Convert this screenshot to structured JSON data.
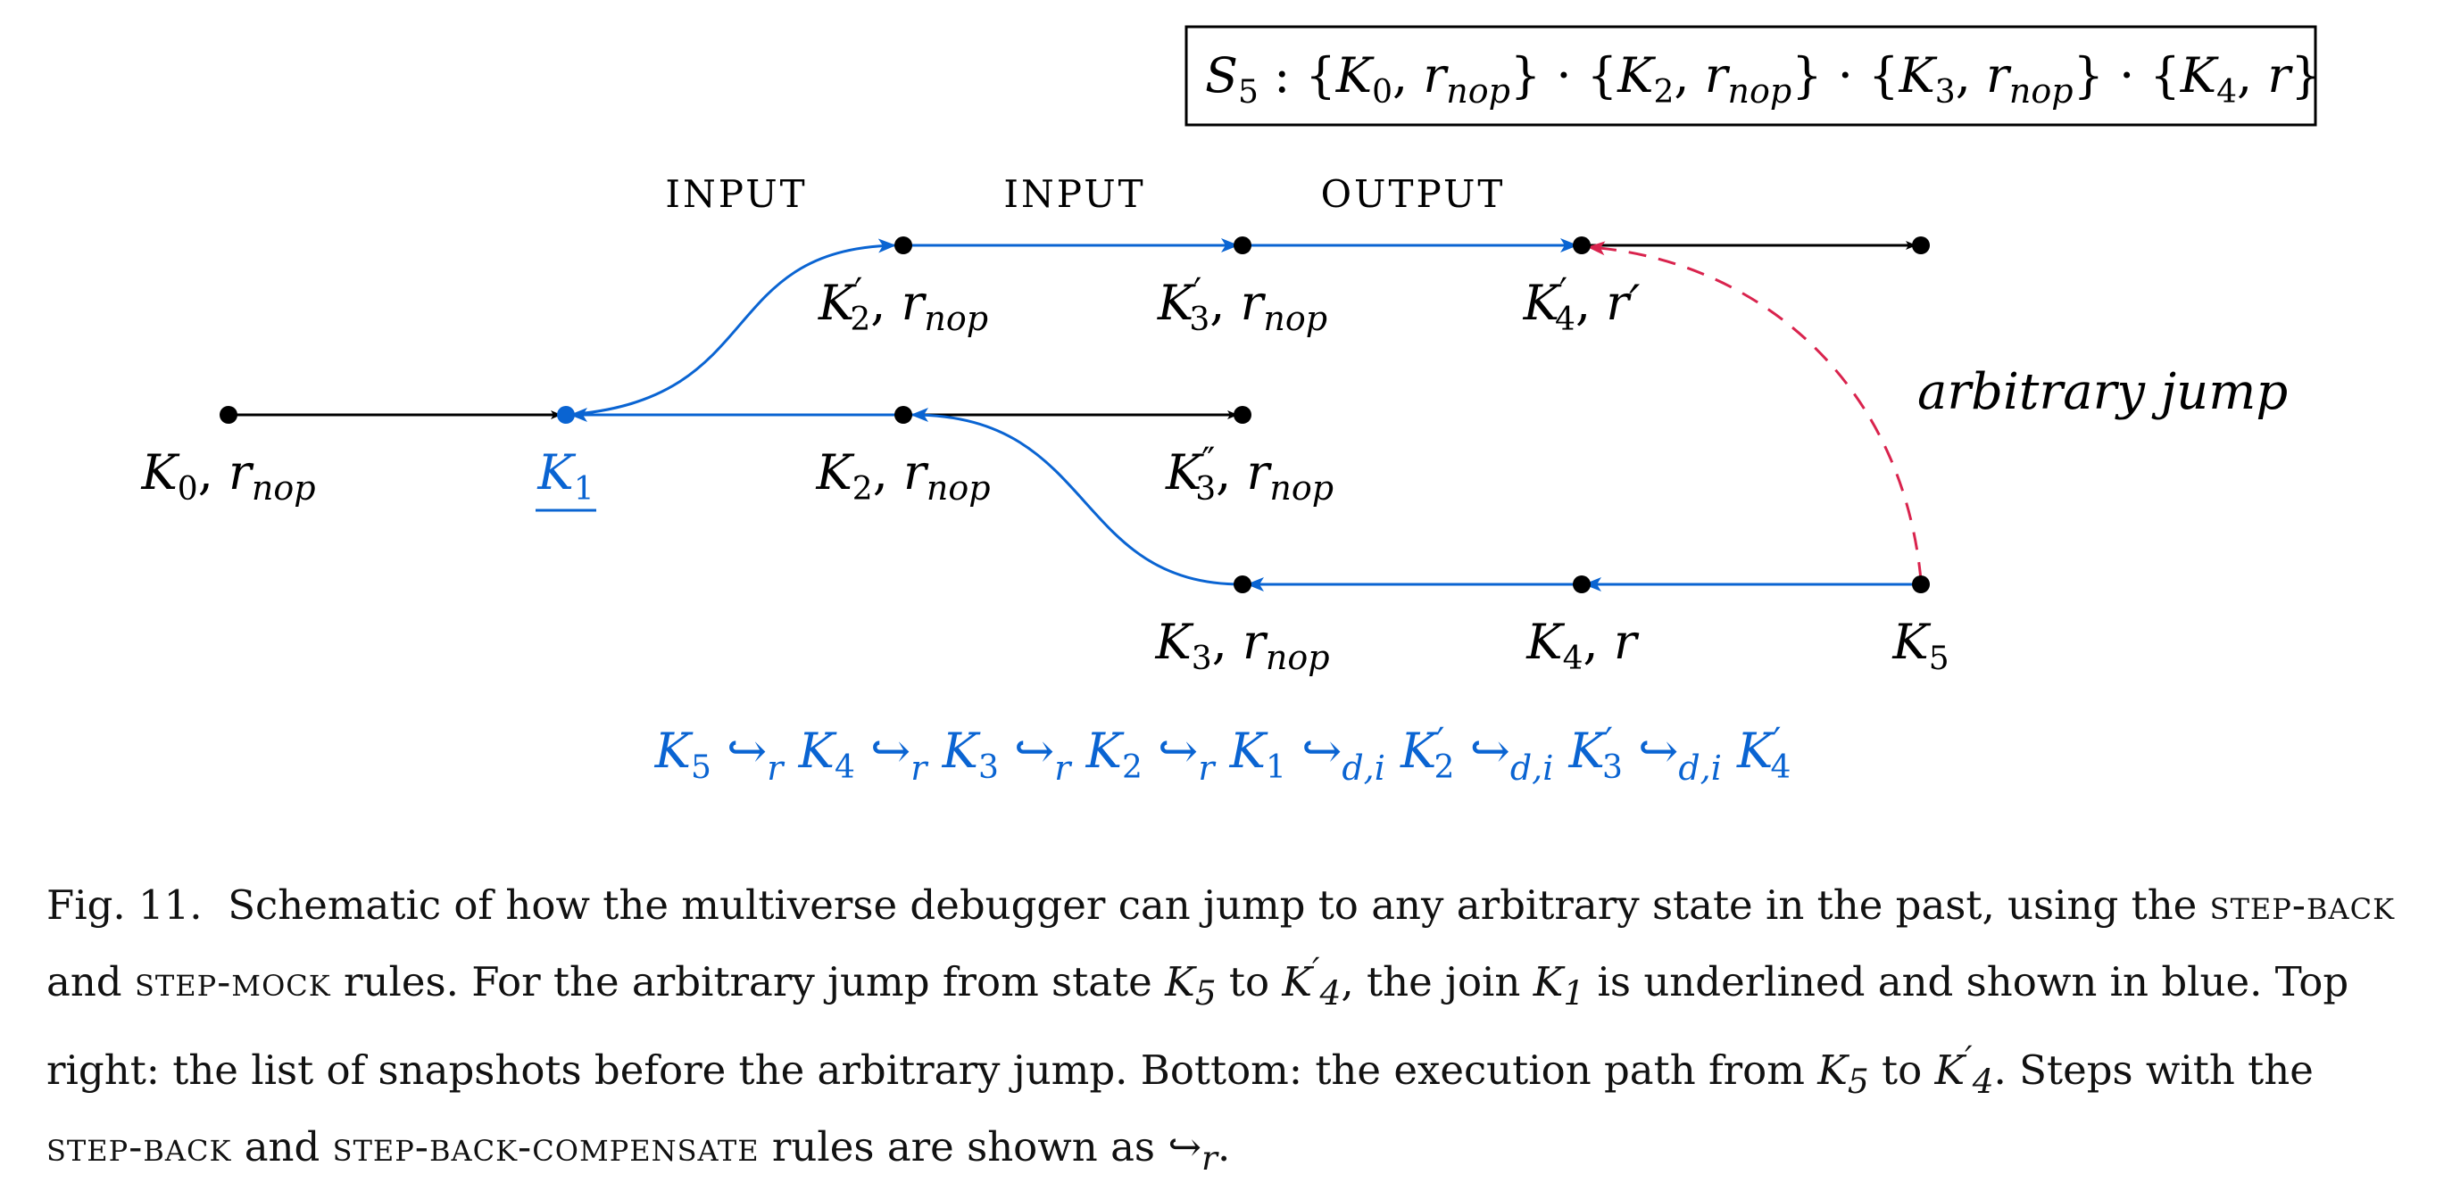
{
  "colors": {
    "path": "#0a64d2",
    "jump": "#d9234d",
    "ink": "#000000"
  },
  "snapshot_box": {
    "prefix": "S",
    "prefix_sub": "5",
    "items": [
      {
        "k_sub": "0",
        "r": "r",
        "r_sub": "nop"
      },
      {
        "k_sub": "2",
        "r": "r",
        "r_sub": "nop"
      },
      {
        "k_sub": "3",
        "r": "r",
        "r_sub": "nop"
      },
      {
        "k_sub": "4",
        "r": "r",
        "r_sub": ""
      }
    ]
  },
  "edge_labels": {
    "e1": "INPUT",
    "e2": "INPUT",
    "e3": "OUTPUT"
  },
  "nodes": {
    "k0": {
      "k_sub": "0",
      "rest": "r",
      "rest_sub": "nop"
    },
    "k1": {
      "k_sub": "1"
    },
    "k2": {
      "k_sub": "2",
      "rest": "r",
      "rest_sub": "nop"
    },
    "k3pp": {
      "k_sub": "3",
      "prime": "″",
      "rest": "r",
      "rest_sub": "nop"
    },
    "k2p": {
      "k_sub": "2",
      "prime": "′",
      "rest": "r",
      "rest_sub": "nop"
    },
    "k3p": {
      "k_sub": "3",
      "prime": "′",
      "rest": "r",
      "rest_sub": "nop"
    },
    "k4p": {
      "k_sub": "4",
      "prime": "′",
      "rest": "r′",
      "rest_sub": ""
    },
    "k3": {
      "k_sub": "3",
      "rest": "r",
      "rest_sub": "nop"
    },
    "k4": {
      "k_sub": "4",
      "rest": "r",
      "rest_sub": ""
    },
    "k5": {
      "k_sub": "5"
    }
  },
  "jump_label": "arbitrary jump",
  "path_sequence": {
    "steps": [
      {
        "k_sub": "5",
        "prime": "",
        "arrow_sub": "r"
      },
      {
        "k_sub": "4",
        "prime": "",
        "arrow_sub": "r"
      },
      {
        "k_sub": "3",
        "prime": "",
        "arrow_sub": "r"
      },
      {
        "k_sub": "2",
        "prime": "",
        "arrow_sub": "r"
      },
      {
        "k_sub": "1",
        "prime": "",
        "arrow_sub": "d,i"
      },
      {
        "k_sub": "2",
        "prime": "′",
        "arrow_sub": "d,i"
      },
      {
        "k_sub": "3",
        "prime": "′",
        "arrow_sub": "d,i"
      },
      {
        "k_sub": "4",
        "prime": "′",
        "arrow_sub": ""
      }
    ]
  },
  "caption": {
    "fig": "Fig. 11.",
    "t1": "Schematic of how the multiverse debugger can jump to any arbitrary state in the past, using the",
    "rule_back": "step-back",
    "t2": "and",
    "rule_mock": "step-mock",
    "t3": "rules. For the arbitrary jump from state",
    "t4": "to",
    "t5": ", the join",
    "t6": "is underlined and",
    "t7": "shown in blue. Top right: the list of snapshots before the arbitrary jump. Bottom: the execution path from",
    "t8": "to",
    "t9": ". Steps with the",
    "rule_back2": "step-back",
    "t10": "and",
    "rule_comp": "step-back-compensate",
    "t11": "rules are shown as",
    "t12": ".",
    "m_K": "K",
    "sub_5": "5",
    "sub_4": "4",
    "sub_1": "1",
    "prime": "′",
    "arrow_glyph": "↪",
    "arrow_sub": "r"
  }
}
